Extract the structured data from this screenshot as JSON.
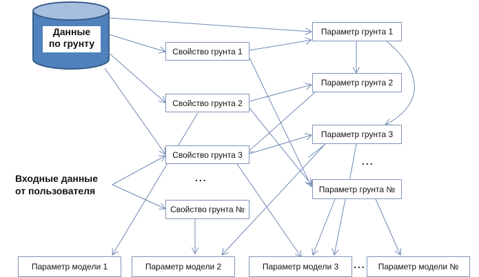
{
  "diagram": {
    "source": {
      "line1": "Данные",
      "line2": "по грунту"
    },
    "user_input": {
      "line1": "Входные данные",
      "line2": "от  пользователя"
    },
    "properties": [
      "Свойство грунта 1",
      "Свойство грунта 2",
      "Свойство грунта 3",
      "Свойство грунта №"
    ],
    "soil_params": [
      "Параметр грунта 1",
      "Параметр грунта 2",
      "Параметр грунта 3",
      "Параметр грунта №"
    ],
    "model_params": [
      "Параметр модели 1",
      "Параметр модели 2",
      "Параметр модели 3",
      "Параметр модели №"
    ],
    "ellipsis": "...",
    "colors": {
      "cylinder_fill": "#4f81bd",
      "cylinder_top": "#a7bfdf",
      "cylinder_stroke": "#385d8a",
      "edge": "#6d87b3",
      "box_border": "#7f93b6"
    }
  }
}
